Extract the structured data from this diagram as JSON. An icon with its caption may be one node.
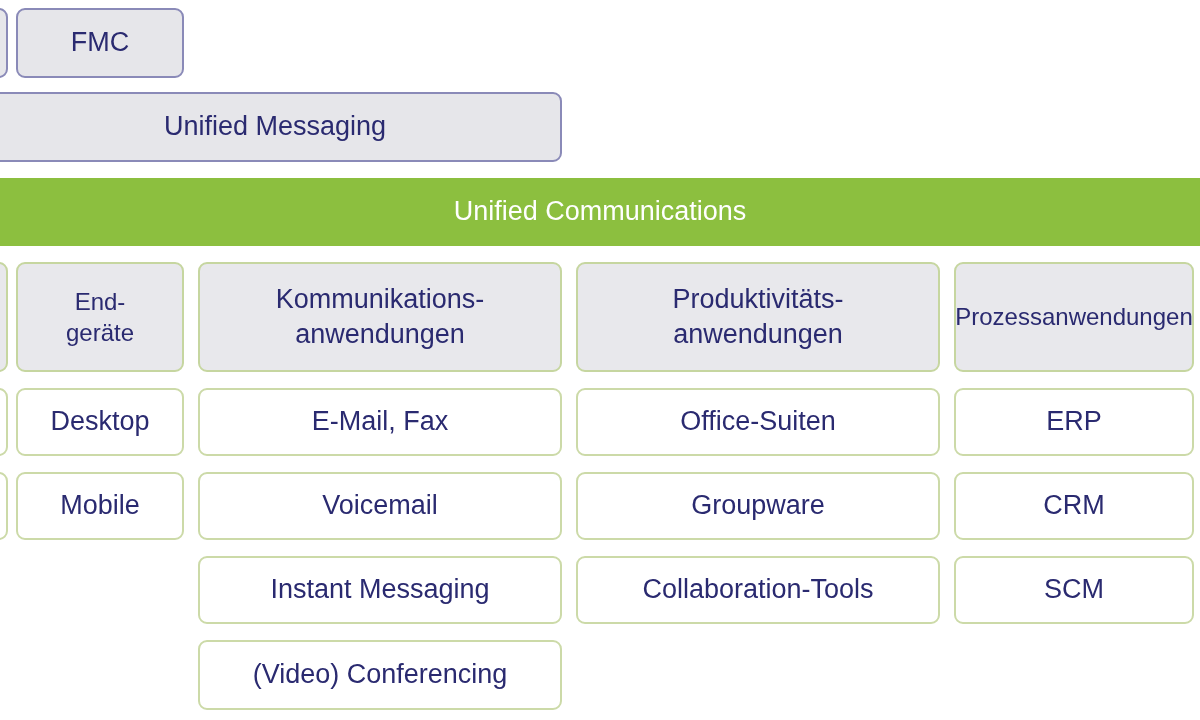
{
  "diagram": {
    "nodes": [
      {
        "text": [],
        "shape": "box"
      },
      {
        "text": [
          "FMC"
        ]
      },
      {
        "text": [
          "Unified Messaging"
        ]
      },
      {
        "text": [
          "Unified Communications"
        ]
      },
      {
        "text": [],
        "shape": "box"
      },
      {
        "text": [
          "End-geräte"
        ]
      },
      {
        "text": [
          "Kommunikations-anwendungen"
        ]
      },
      {
        "text": [
          "Produktivitäts-anwendungen"
        ]
      },
      {
        "text": [
          "Prozessanwendungen"
        ]
      },
      {
        "text": [],
        "shape": "box"
      },
      {
        "text": [
          "Desktop"
        ]
      },
      {
        "text": [
          "E-Mail, Fax"
        ]
      },
      {
        "text": [
          "Office-Suiten"
        ]
      },
      {
        "text": [
          "ERP"
        ]
      },
      {
        "text": [],
        "shape": "box"
      },
      {
        "text": [
          "Mobile"
        ]
      },
      {
        "text": [
          "Voicemail"
        ]
      },
      {
        "text": [
          "Groupware"
        ]
      },
      {
        "text": [
          "CRM"
        ]
      },
      {
        "text": [
          "Instant Messaging"
        ]
      },
      {
        "text": [
          "Collaboration-Tools"
        ]
      },
      {
        "text": [
          "SCM"
        ]
      },
      {
        "text": [
          "(Video) Conferencing"
        ]
      }
    ]
  }
}
